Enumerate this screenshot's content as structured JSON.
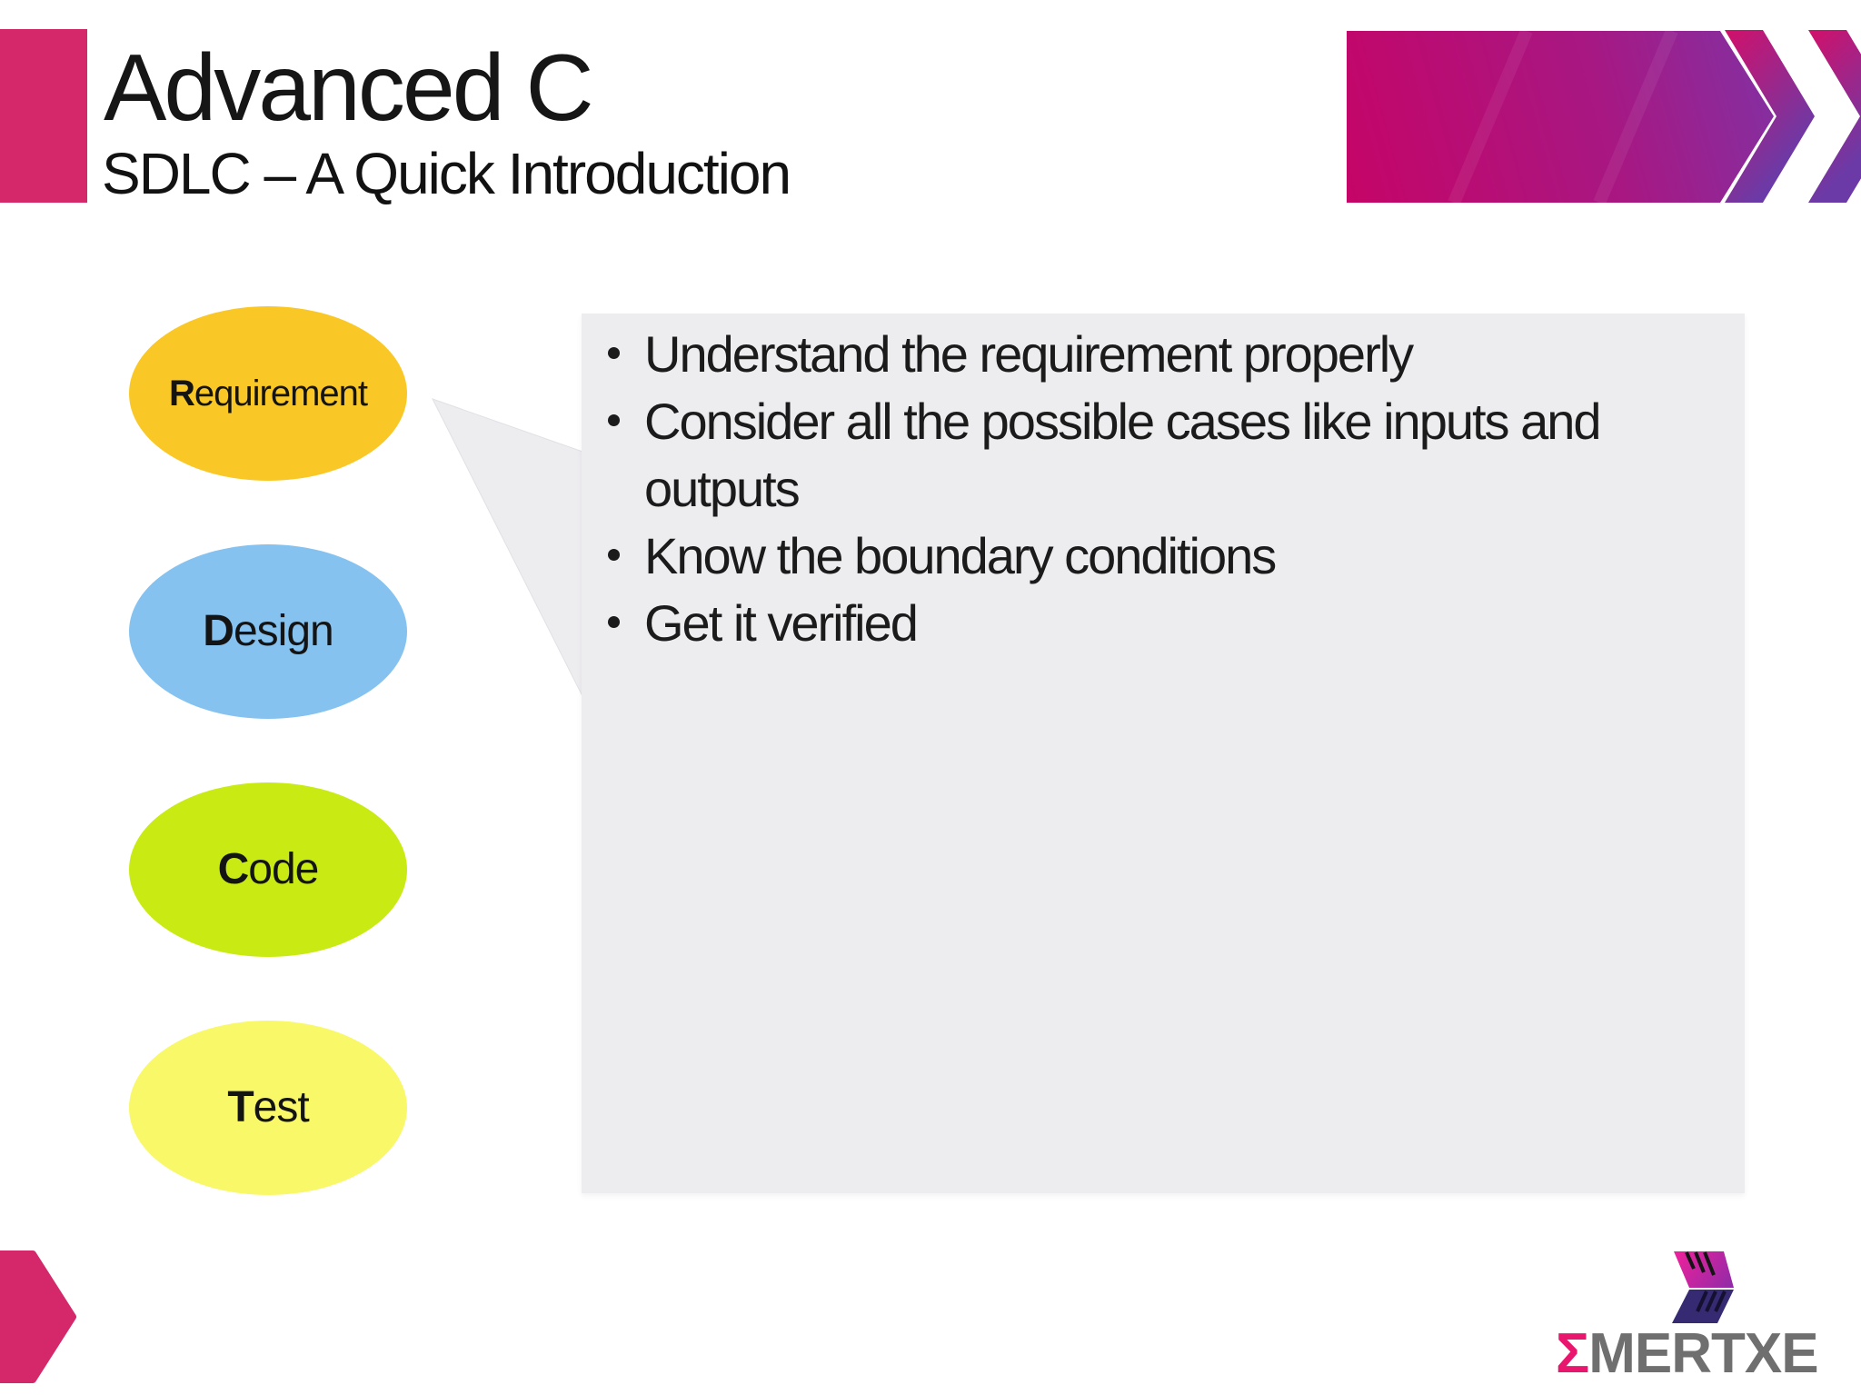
{
  "header": {
    "title": "Advanced C",
    "subtitle": "SDLC – A Quick Introduction"
  },
  "diagram": {
    "stages": [
      {
        "label": "Requirement",
        "initial": "R",
        "rest": "equirement",
        "fill": "#F9C826"
      },
      {
        "label": "Design",
        "initial": "D",
        "rest": "esign",
        "fill": "#85C2F0"
      },
      {
        "label": "Code",
        "initial": "C",
        "rest": "ode",
        "fill": "#C9EA12"
      },
      {
        "label": "Test",
        "initial": "T",
        "rest": "est",
        "fill": "#F8F869"
      }
    ]
  },
  "callout": {
    "bullets": [
      "Understand the requirement properly",
      "Consider all the possible cases like inputs and outputs",
      "Know the boundary conditions",
      "Get it verified"
    ]
  },
  "logo": {
    "sigma": "Σ",
    "brand": "MERTXE"
  },
  "colors": {
    "accent_pink": "#D4286A",
    "banner_pink": "#C50568",
    "banner_purple": "#7C35A8",
    "chevron_pink": "#D2106A",
    "chevron_purple": "#6C3AA6",
    "callout_bg": "#EDECEF",
    "logo_icon_pink": "#E9219C",
    "logo_icon_indigo": "#362A72",
    "logo_sigma_pink": "#E8176D",
    "logo_text_gray": "#6F6F6F",
    "text_dark": "#161616"
  }
}
